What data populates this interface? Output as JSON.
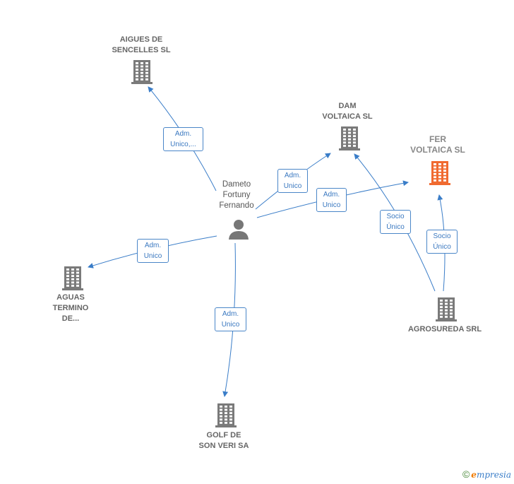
{
  "nodes": {
    "aigues": {
      "label": "AIGUES DE\nSENCELLES SL",
      "color": "#7a7a7a"
    },
    "dam": {
      "label": "DAM\nVOLTAICA  SL",
      "color": "#7a7a7a"
    },
    "fer": {
      "label": "FER\nVOLTAICA  SL",
      "color": "#f06a30"
    },
    "aguas": {
      "label": "AGUAS\nTERMINO\nDE...",
      "color": "#7a7a7a"
    },
    "agrosureda": {
      "label": "AGROSUREDA SRL",
      "color": "#7a7a7a"
    },
    "golf": {
      "label": "GOLF DE\nSON VERI SA",
      "color": "#7a7a7a"
    },
    "person": {
      "label": "Dameto\nFortuny\nFernando",
      "color": "#7a7a7a"
    }
  },
  "edges": {
    "to_aigues": "Adm.\nUnico,...",
    "to_dam": "Adm.\nUnico",
    "to_fer": "Adm.\nUnico",
    "to_aguas": "Adm.\nUnico",
    "to_golf": "Adm.\nUnico",
    "agro_dam": "Socio\nÚnico",
    "agro_fer": "Socio\nÚnico"
  },
  "colors": {
    "edge": "#3a7dc8",
    "label_border": "#4a86c8"
  },
  "credit": {
    "copyright": "©",
    "brand_initial": "e",
    "brand_rest": "mpresia"
  }
}
